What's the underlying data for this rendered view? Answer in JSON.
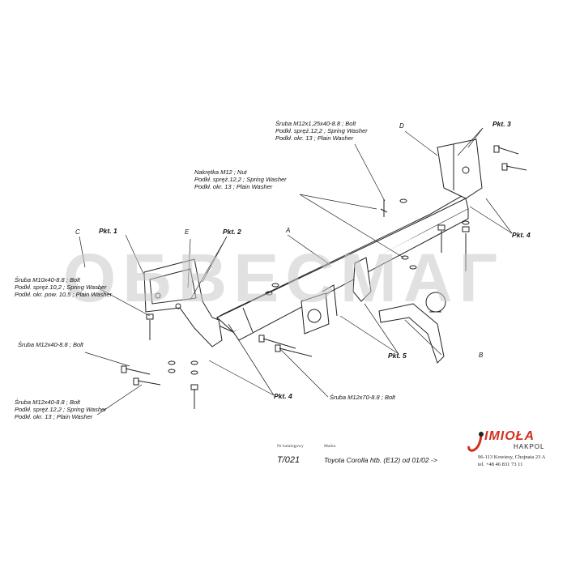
{
  "watermark": "ОБВЕСМАГ",
  "labels": {
    "bolt_top": [
      "Śruba M12x1,25x40-8.8 ;  Bolt",
      "Podkł. spręż.12,2 ;  Spring Washer",
      "Podkł. okr. 13 ;  Plain Washer"
    ],
    "nut": [
      "Nakrętka  M12 ;  Nut",
      "Podkł. spręż.12,2 ;  Spring Washer",
      "Podkł. okr. 13 ;  Plain Washer"
    ],
    "bolt_m10": [
      "Śruba M10x40-8.8 ;  Bolt",
      "Podkł. spręż.10,2 ;  Spring Washer",
      "Podkł. okr. pow. 10,5 ;  Plain Washer"
    ],
    "bolt_m12_single": [
      "Śruba M12x40-8.8 ;  Bolt"
    ],
    "bolt_m12_set": [
      "Śruba M12x40-8.8 ;  Bolt",
      "Podkł. spręż.12,2 ;  Spring Washer",
      "Podkł. okr. 13 ;  Plain Washer"
    ],
    "bolt_m12x70": [
      "Śruba M12x70-8.8 ;  Bolt"
    ]
  },
  "points": {
    "pkt1": "Pkt. 1",
    "pkt2": "Pkt. 2",
    "pkt3": "Pkt. 3",
    "pkt4_right": "Pkt. 4",
    "pkt4_bottom": "Pkt. 4",
    "pkt5": "Pkt. 5"
  },
  "letters": {
    "a": "A",
    "b": "B",
    "c": "C",
    "d": "D",
    "e": "E"
  },
  "title_block": {
    "catalog_caption": "Nr katalogowy",
    "catalog_no": "T/021",
    "model_caption": "Marka",
    "model": "Toyota Corolla htb. (E12)   od  01/02  ->"
  },
  "brand": {
    "name": "IMIOŁA",
    "sub": "HAKPOL",
    "address": "96-113 Kowiesy, Chojnata 23 A",
    "phone": "tel. +48 46 831 73 11",
    "color": "#d3301f"
  }
}
